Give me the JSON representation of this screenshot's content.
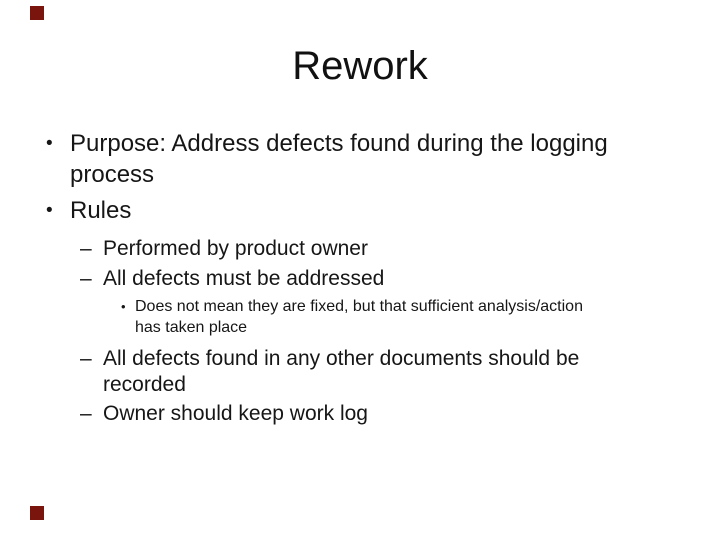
{
  "slide": {
    "title": "Rework",
    "markers": {
      "level1": "•",
      "level2": "–",
      "level3": "•"
    },
    "bullets": [
      {
        "level": 1,
        "text": "Purpose: Address defects found during the logging\nprocess"
      },
      {
        "level": 1,
        "text": "Rules"
      },
      {
        "level": 2,
        "text": "Performed by product owner"
      },
      {
        "level": 2,
        "text": "All defects must be addressed"
      },
      {
        "level": 3,
        "text": "Does not mean they are fixed, but that sufficient analysis/action\nhas taken place"
      },
      {
        "level": 2,
        "text": "All defects found in any other documents should be\nrecorded"
      },
      {
        "level": 2,
        "text": "Owner should keep work log"
      }
    ],
    "colors": {
      "background": "#ffffff",
      "text": "#161616",
      "decor_accent": "#7a150d"
    }
  }
}
